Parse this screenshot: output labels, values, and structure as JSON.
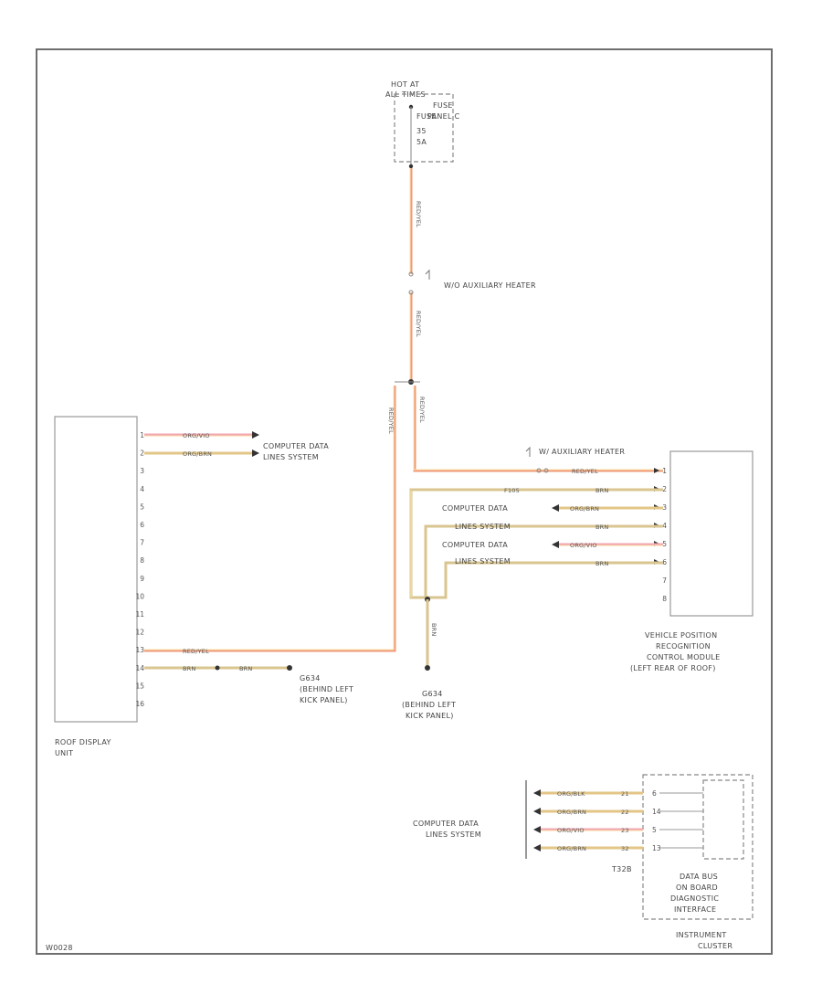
{
  "frame": {
    "code": "W0028"
  },
  "fuse": {
    "hot_label_1": "HOT AT",
    "hot_label_2": "ALL TIMES",
    "panel_1": "FUSE",
    "panel_2": "PANEL C",
    "fuse_label": "FUSE",
    "fuse_number": "35",
    "fuse_rating": "5A",
    "wire_color": "RED/YEL"
  },
  "aux_heater_1": {
    "label": "W/O AUXILIARY HEATER"
  },
  "aux_heater_2": {
    "label": "W/ AUXILIARY HEATER"
  },
  "roof_display": {
    "name_1": "ROOF DISPLAY",
    "name_2": "UNIT",
    "pins": [
      "1",
      "2",
      "3",
      "4",
      "5",
      "6",
      "7",
      "8",
      "9",
      "10",
      "11",
      "12",
      "13",
      "14",
      "15",
      "16"
    ],
    "wire_1_color": "ORG/VIO",
    "wire_2_color": "ORG/BRN",
    "wire_13_color": "RED/YEL",
    "wire_14_color_a": "BRN",
    "wire_14_color_b": "BRN"
  },
  "cds_top": {
    "line1": "COMPUTER DATA",
    "line2": "LINES SYSTEM"
  },
  "ground_1": {
    "line1": "G634",
    "line2": "(BEHIND LEFT",
    "line3": "KICK PANEL)"
  },
  "ground_2": {
    "line1": "G634",
    "line2": "(BEHIND LEFT",
    "line3": "KICK PANEL)",
    "wire_color": "BRN"
  },
  "vprcm": {
    "name_1": "VEHICLE POSITION",
    "name_2": "RECOGNITION",
    "name_3": "CONTROL MODULE",
    "name_4": "(LEFT REAR OF ROOF)",
    "pins": [
      "1",
      "2",
      "3",
      "4",
      "5",
      "6",
      "7",
      "8"
    ],
    "wire_colors": [
      "RED/YEL",
      "BRN",
      "ORG/BRN",
      "BRN",
      "ORG/VIO",
      "BRN"
    ],
    "splice_label": "F105"
  },
  "cds_mid_1": {
    "line1": "COMPUTER DATA",
    "line2": "LINES SYSTEM"
  },
  "cds_mid_2": {
    "line1": "COMPUTER DATA",
    "line2": "LINES SYSTEM"
  },
  "cds_bottom": {
    "line1": "COMPUTER DATA",
    "line2": "LINES SYSTEM",
    "connector": "T32B"
  },
  "dlc": {
    "wire_colors": [
      "ORG/BLK",
      "ORG/BRN",
      "ORG/VIO",
      "ORG/BRN"
    ],
    "pins": [
      "21",
      "22",
      "23",
      "32"
    ],
    "inner_pins": [
      "6",
      "14",
      "5",
      "13"
    ],
    "name_1": "DATA BUS",
    "name_2": "ON BOARD",
    "name_3": "DIAGNOSTIC",
    "name_4": "INTERFACE",
    "cluster_1": "INSTRUMENT",
    "cluster_2": "CLUSTER"
  },
  "colors": {
    "red_yel": "#f09a7a",
    "org_vio": "#f2a6b0",
    "org_brn": "#e3c687",
    "brn": "#d9c58f",
    "outline": "#6e6e6e",
    "text": "#444444"
  }
}
